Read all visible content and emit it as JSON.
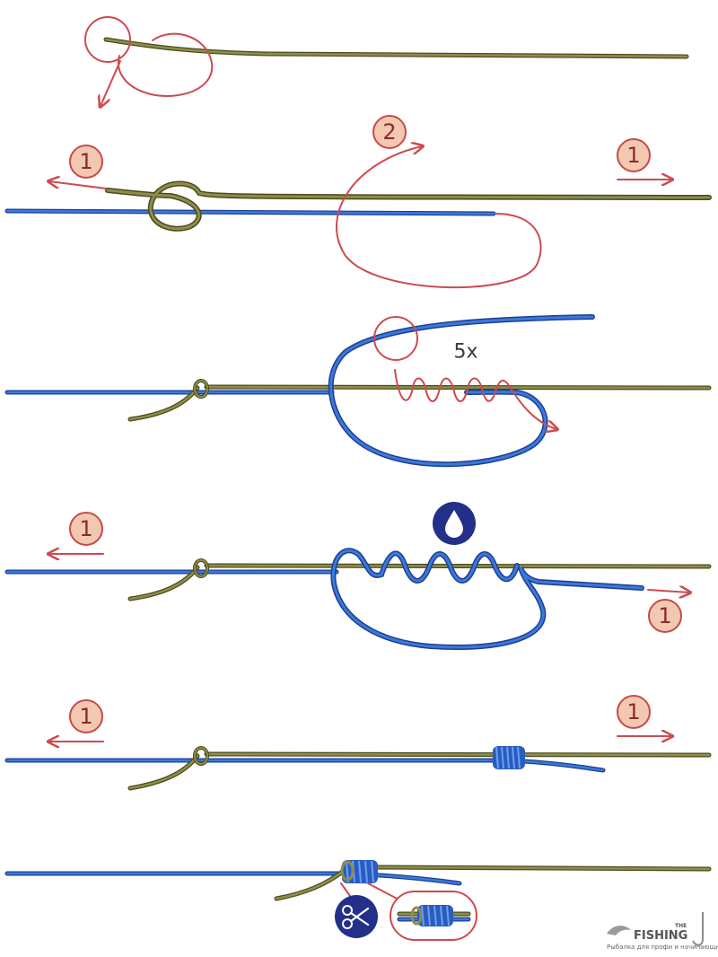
{
  "diagram": {
    "steps": [
      {
        "id": 1,
        "labels": []
      },
      {
        "id": 2,
        "labels": [
          "1",
          "2",
          "1"
        ]
      },
      {
        "id": 3,
        "labels": [
          "5x"
        ]
      },
      {
        "id": 4,
        "labels": [
          "1",
          "1"
        ],
        "icon": "water-drop-icon"
      },
      {
        "id": 5,
        "labels": [
          "1",
          "1"
        ]
      },
      {
        "id": 6,
        "labels": [],
        "icon": "scissors-icon"
      }
    ],
    "colors": {
      "line_a": "#8d8d4c",
      "line_b": "#3a78e0",
      "arrow": "#cc4b4f",
      "badge_fill": "#f2c8b0",
      "icon_bg": "#23308a"
    }
  },
  "branding": {
    "the": "THE",
    "name": "FISHING",
    "tagline": "Рыбалка для профи и начинающих"
  }
}
